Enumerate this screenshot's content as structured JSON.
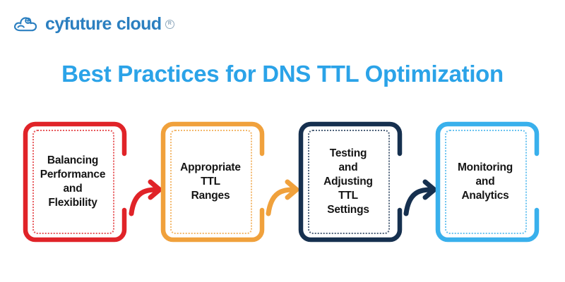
{
  "brand": {
    "name_part1": "cyfuture",
    "name_part2": "cloud",
    "registered_symbol": "R",
    "logo_icon": "cloud-icon",
    "color": "#2b7fc0"
  },
  "title": "Best Practices for DNS TTL Optimization",
  "title_color": "#2ba3e8",
  "flow": {
    "steps": [
      {
        "label": "Balancing\nPerformance\nand\nFlexibility",
        "color": "#e02328",
        "order": "1"
      },
      {
        "label": "Appropriate\nTTL\nRanges",
        "color": "#f0a13c",
        "order": "2"
      },
      {
        "label": "Testing\nand\nAdjusting\nTTL\nSettings",
        "color": "#16304f",
        "order": "3"
      },
      {
        "label": "Monitoring\nand\nAnalytics",
        "color": "#39b0ec",
        "order": "4"
      }
    ],
    "connectors": [
      {
        "icon": "curved-arrow-right-icon",
        "color": "#e02328"
      },
      {
        "icon": "curved-arrow-right-icon",
        "color": "#f0a13c"
      },
      {
        "icon": "curved-arrow-right-icon",
        "color": "#16304f"
      }
    ]
  }
}
